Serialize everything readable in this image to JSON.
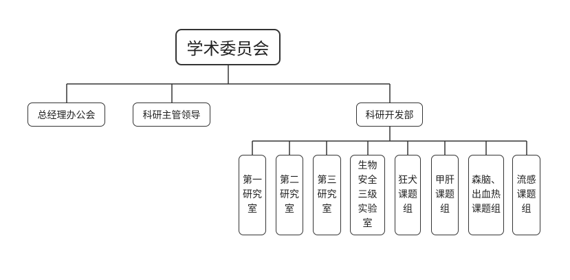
{
  "root": {
    "label": "学术委员会"
  },
  "departments": [
    {
      "label": "总经理办公会"
    },
    {
      "label": "科研主管领导"
    },
    {
      "label": "科研开发部"
    }
  ],
  "units": [
    {
      "label": "第一研究室"
    },
    {
      "label": "第二研究室"
    },
    {
      "label": "第三研究室"
    },
    {
      "label": "生物安全三级实验室"
    },
    {
      "label": "狂犬课题组"
    },
    {
      "label": "甲肝课题组"
    },
    {
      "label": "森脑、出血热课题组"
    },
    {
      "label": "流感课题组"
    }
  ],
  "colors": {
    "line": "#333333",
    "box_border": "#333333",
    "background": "#ffffff"
  }
}
